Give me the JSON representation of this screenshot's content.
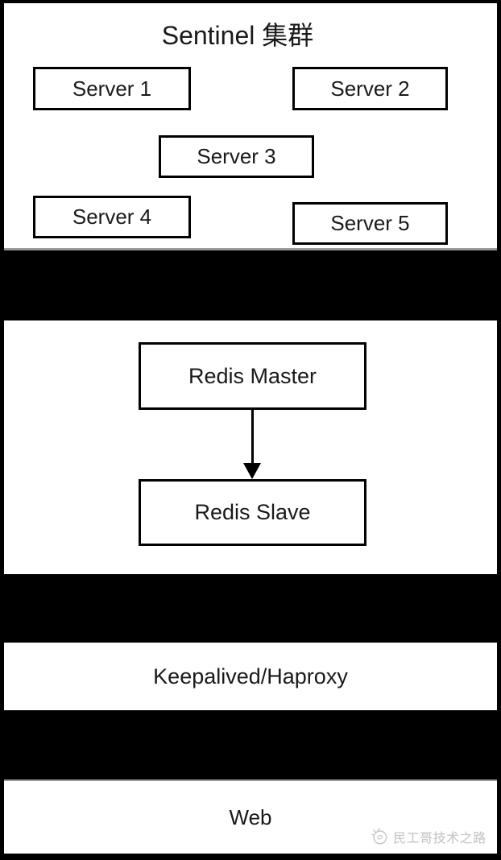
{
  "sentinel": {
    "title": "Sentinel 集群",
    "servers": [
      "Server 1",
      "Server 2",
      "Server 3",
      "Server 4",
      "Server 5"
    ]
  },
  "redis": {
    "master_label": "Redis Master",
    "slave_label": "Redis Slave"
  },
  "load_balancer": {
    "label": "Keepalived/Haproxy"
  },
  "web": {
    "label": "Web"
  },
  "watermark": {
    "text": "民工哥技术之路",
    "logo": "rooster-logo"
  },
  "colors": {
    "background": "#ffffff",
    "band": "#000000",
    "border": "#000000",
    "text": "#1a1a1a",
    "divider": "#999999",
    "watermark": "#c6c6c6"
  }
}
